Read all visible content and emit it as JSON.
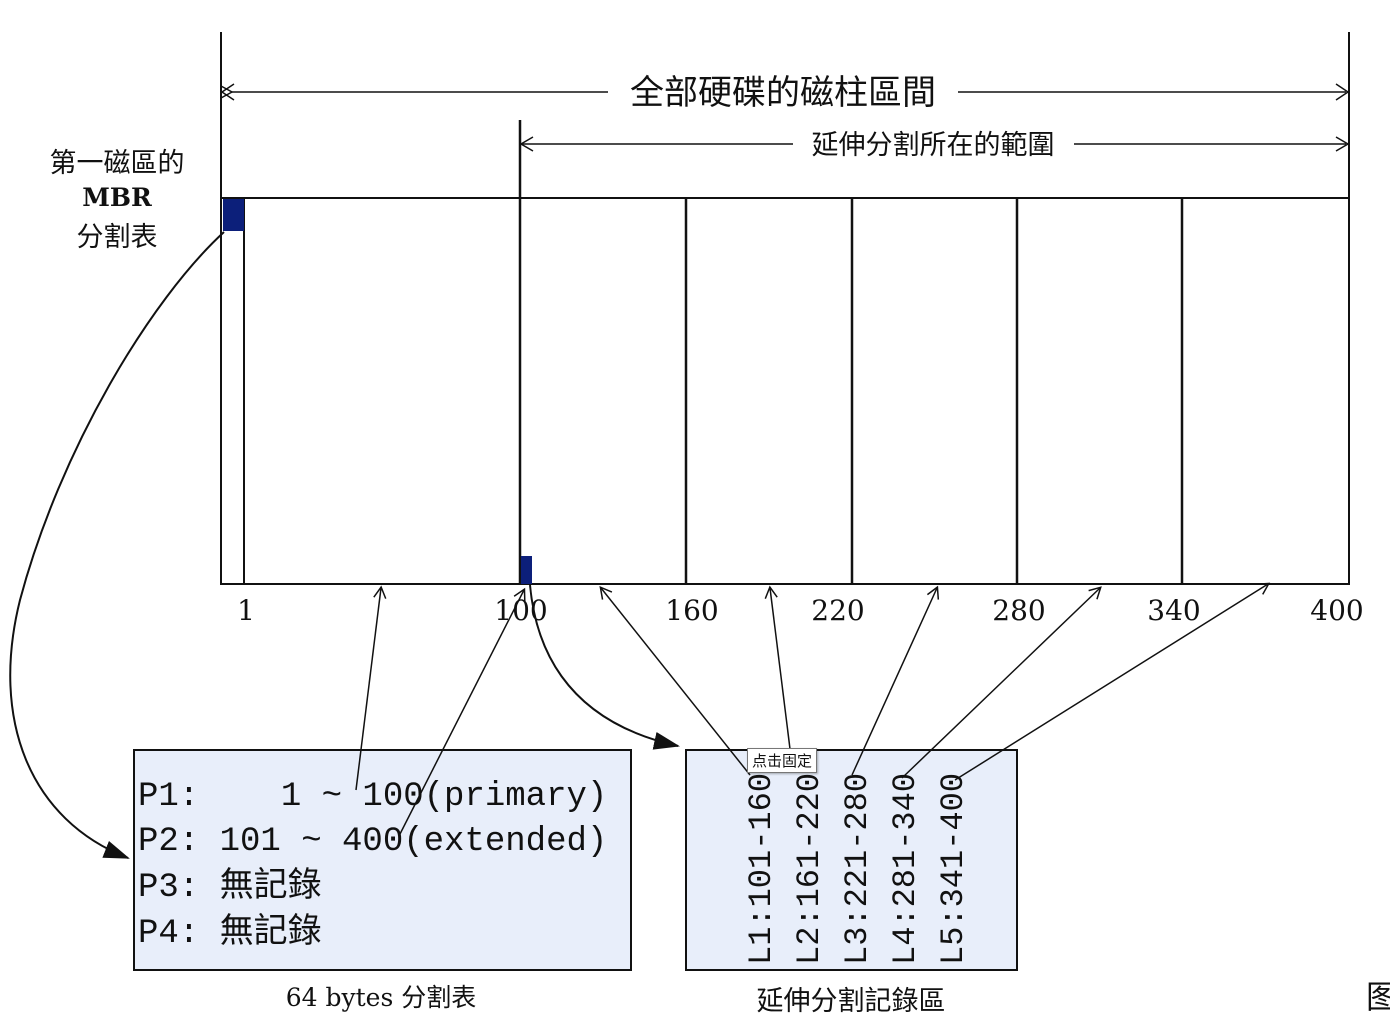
{
  "title_full": "全部硬碟的磁柱區間",
  "title_extended": "延伸分割所在的範圍",
  "mbr_label": {
    "line1": "第一磁區的",
    "line2": "MBR",
    "line3": "分割表"
  },
  "cylinder_ticks": [
    "1",
    "100",
    "160",
    "220",
    "280",
    "340",
    "400"
  ],
  "partition_table": {
    "caption": "64 bytes 分割表",
    "rows": [
      "P1:    1 ~ 100(primary)",
      "P2: 101 ~ 400(extended)",
      "P3: 無記錄",
      "P4: 無記錄"
    ]
  },
  "extended_records": {
    "caption": "延伸分割記錄區",
    "rows": [
      "L1:101-160",
      "L2:161-220",
      "L3:221-280",
      "L4:281-340",
      "L5:341-400"
    ]
  },
  "tooltip": "点击固定",
  "corner_char": "图",
  "colors": {
    "box_fill": "#e8eefa",
    "mbr_fill": "#0c1f7a",
    "line": "#111111"
  }
}
